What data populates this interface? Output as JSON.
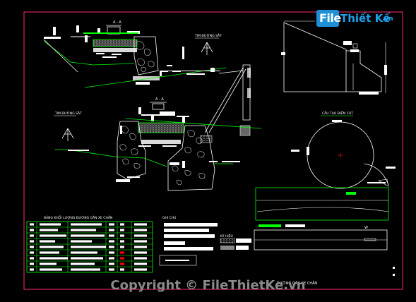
{
  "drawing": {
    "labels": {
      "section_a_top": "A - A",
      "section_a_mid": "A - A",
      "tim_duong_sat_right": "TIM ĐƯỜNG SẮT",
      "tim_duong_sat_left": "TIM ĐƯỜNG SẮT",
      "cau_tao_diem_cut": "CẤU TẠO ĐIỂM CUT",
      "bang_khoi_luong": "BẢNG KHỐI LƯỢNG ĐƯỜNG GÂN XE CHẮN",
      "ghi_chu": "GHI CHÚ",
      "ky_hieu": "KÝ HIỆU",
      "bottom_title": "ĐƯỜNG GÂN XE CHẮN",
      "right_marker": "W"
    },
    "table": {
      "rows": 9
    }
  },
  "watermark": {
    "logo_short": "File",
    "logo_name": "Thiết Kế",
    "logo_domain": ".vn",
    "copyright": "Copyright © FileThietKe.vn"
  },
  "colors": {
    "background": "#000000",
    "cad_white": "#ffffff",
    "cad_green": "#00ff00",
    "cad_magenta": "#ff00ff",
    "cad_red": "#ff0000",
    "cad_cyan": "#00ffff"
  }
}
